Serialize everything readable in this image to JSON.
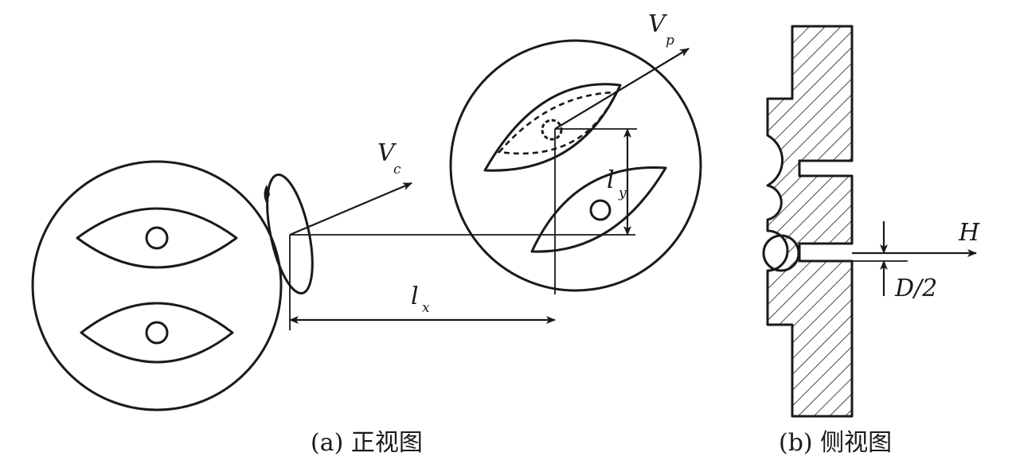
{
  "front_view": {
    "caption": "(a) 正视图",
    "labels": {
      "vc_main": "V",
      "vc_sub": "c",
      "vp_main": "V",
      "vp_sub": "p",
      "lx_main": "l",
      "lx_sub": "x",
      "ly_main": "l",
      "ly_sub": "y"
    }
  },
  "side_view": {
    "caption": "(b) 侧视图",
    "labels": {
      "h": "H",
      "d_half": "D/2"
    }
  },
  "colors": {
    "stroke": "#1a1a1a",
    "background": "#ffffff"
  }
}
